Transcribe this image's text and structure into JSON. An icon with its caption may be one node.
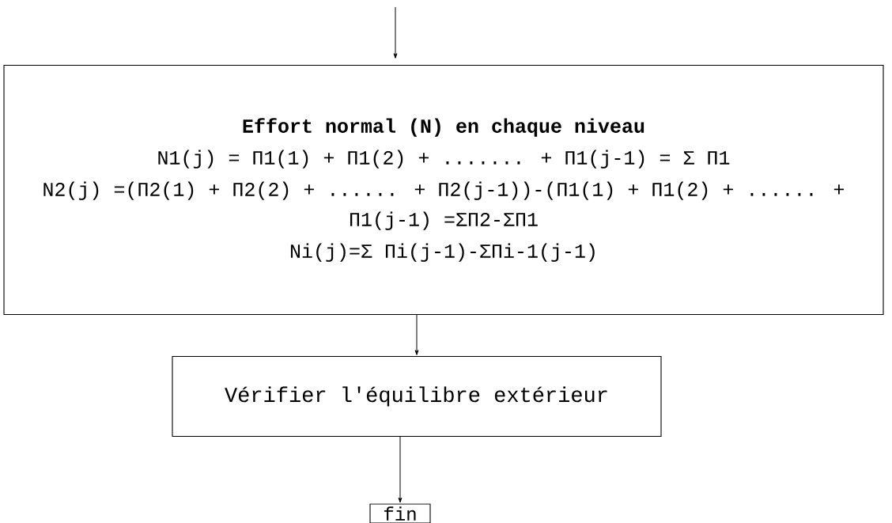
{
  "diagram": {
    "nodes": [
      {
        "text": [
          "Effort normal (N) en chaque niveau",
          "N1(j) = Π1(1) + Π1(2) + ....... + Π1(j-1) = Σ Π1",
          "N2(j) =(Π2(1) + Π2(2) + ...... + Π2(j-1))-(Π1(1) + Π1(2) + ...... + Π1(j-1) =ΣΠ2-ΣΠ1",
          "Ni(j)=Σ Πi(j-1)-ΣΠi-1(j-1)"
        ]
      },
      {
        "text": [
          "Vérifier l'équilibre extérieur"
        ]
      },
      {
        "text": [
          "fin"
        ]
      }
    ],
    "edges": [
      {
        "from": null,
        "to": 0,
        "arrow": "to"
      },
      {
        "from": 0,
        "to": 1,
        "arrow": "to"
      },
      {
        "from": 1,
        "to": 2,
        "arrow": "to"
      }
    ]
  }
}
